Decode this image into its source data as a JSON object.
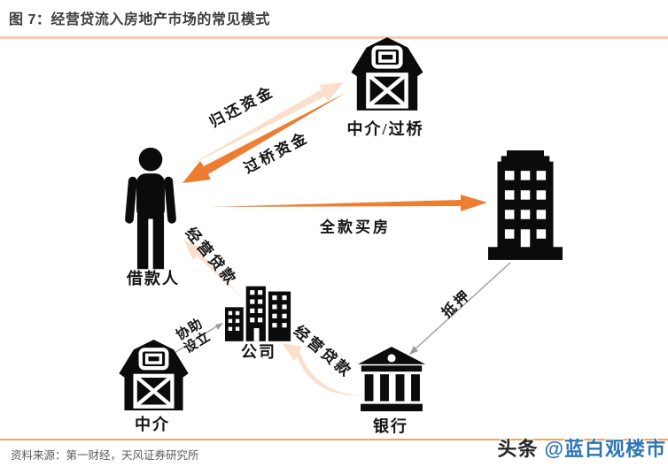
{
  "header": {
    "title": "图 7：经营贷流入房地产市场的常见模式"
  },
  "footer": {
    "source": "资料来源：第一财经，天风证券研究所",
    "watermark_prefix": "头条",
    "watermark_handle": "@蓝白观楼市"
  },
  "nodes": {
    "broker_top": {
      "label": "中介/过桥",
      "icon": "barn-icon"
    },
    "borrower": {
      "label": "借款人",
      "icon": "person-icon"
    },
    "property": {
      "label": "",
      "icon": "building-icon"
    },
    "company": {
      "label": "公司",
      "icon": "company-buildings-icon"
    },
    "broker_bottom": {
      "label": "中介",
      "icon": "barn-icon"
    },
    "bank": {
      "label": "银行",
      "icon": "bank-icon"
    }
  },
  "edges": {
    "repay": {
      "label": "归还资金",
      "from": "借款人",
      "to": "中介/过桥",
      "style": "pale-orange-arrow"
    },
    "bridge": {
      "label": "过桥资金",
      "from": "中介/过桥",
      "to": "借款人",
      "style": "orange-arrow"
    },
    "full_payment": {
      "label": "全款买房",
      "from": "借款人",
      "to": "房产",
      "style": "orange-arrow"
    },
    "business_loan_to_borrower": {
      "label": "经营贷款",
      "from": "公司",
      "to": "借款人",
      "style": "pale-orange-arrow"
    },
    "assist_setup": {
      "line1": "协助",
      "line2": "设立",
      "from": "中介",
      "to": "公司",
      "style": "thin-gray-arrow"
    },
    "business_loan_to_company": {
      "label": "经营贷款",
      "from": "银行",
      "to": "公司",
      "style": "pale-orange-arrow"
    },
    "mortgage": {
      "label": "抵押",
      "from": "房产",
      "to": "银行",
      "style": "thin-gray-arrow"
    }
  },
  "colors": {
    "accent_orange": "#ED7D31",
    "pale_orange": "#FAE0CC",
    "rule_top": "#F8CBAD",
    "rule_bottom": "#F3A45F",
    "gray_arrow": "#999999",
    "icon_black": "#0B0B0B",
    "watermark_blue": "#2E75B6",
    "title_gray": "#3D3D3D"
  }
}
